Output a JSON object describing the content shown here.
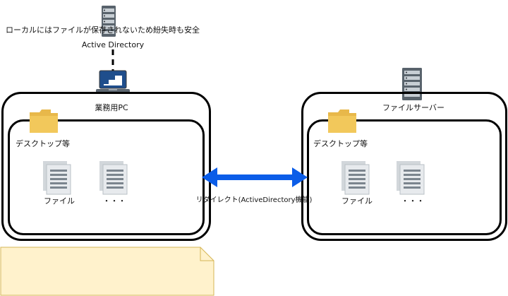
{
  "nodes": {
    "ad_server": {
      "label": "Active Directory",
      "icon": "server-icon"
    },
    "work_pc": {
      "label": "業務用PC",
      "icon": "laptop-icon"
    },
    "file_server": {
      "label": "ファイルサーバー",
      "icon": "server-icon"
    }
  },
  "left_group": {
    "folder_label": "デスクトップ等",
    "file_label": "ファイル",
    "more_label": "・・・"
  },
  "right_group": {
    "folder_label": "デスクトップ等",
    "file_label": "ファイル",
    "more_label": "・・・"
  },
  "connector": {
    "label": "リダイレクト(ActiveDirectory機能)",
    "color": "#0b5de8"
  },
  "note": {
    "text": "ローカルにはファイルが保存されないため紛失時も安全",
    "fill": "#fff2cc",
    "stroke": "#d6b656"
  },
  "colors": {
    "folder": "#f2c85b",
    "server": "#59636c",
    "laptop_screen": "#1f4e8c"
  }
}
